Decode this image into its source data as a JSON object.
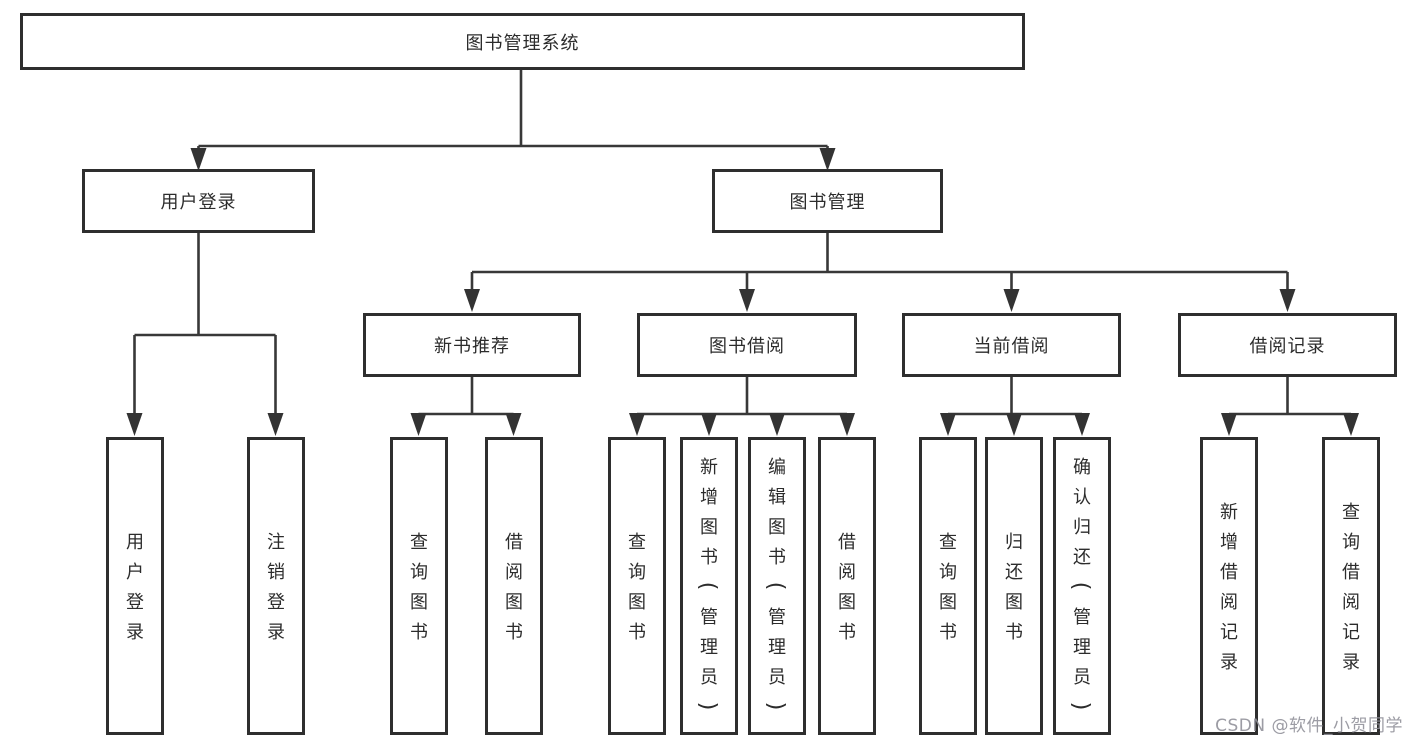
{
  "diagram": {
    "tree": {
      "label": "图书管理系统",
      "children": [
        {
          "label": "用户登录",
          "children": [
            {
              "label": "用户登录"
            },
            {
              "label": "注销登录"
            }
          ]
        },
        {
          "label": "图书管理",
          "children": [
            {
              "label": "新书推荐",
              "children": [
                {
                  "label": "查询图书"
                },
                {
                  "label": "借阅图书"
                }
              ]
            },
            {
              "label": "图书借阅",
              "children": [
                {
                  "label": "查询图书"
                },
                {
                  "label": "新增图书（管理员）"
                },
                {
                  "label": "编辑图书（管理员）"
                },
                {
                  "label": "借阅图书"
                }
              ]
            },
            {
              "label": "当前借阅",
              "children": [
                {
                  "label": "查询图书"
                },
                {
                  "label": "归还图书"
                },
                {
                  "label": "确认归还（管理员）"
                }
              ]
            },
            {
              "label": "借阅记录",
              "children": [
                {
                  "label": "新增借阅记录"
                },
                {
                  "label": "查询借阅记录"
                }
              ]
            }
          ]
        }
      ]
    },
    "watermark": "CSDN @软件_小贺同学",
    "colors": {
      "line": "#383838",
      "arrow": "#333333",
      "box_border": "#2e2e2e",
      "text": "#2c2c2c",
      "watermark": "#91919a",
      "background": "#ffffff"
    }
  }
}
